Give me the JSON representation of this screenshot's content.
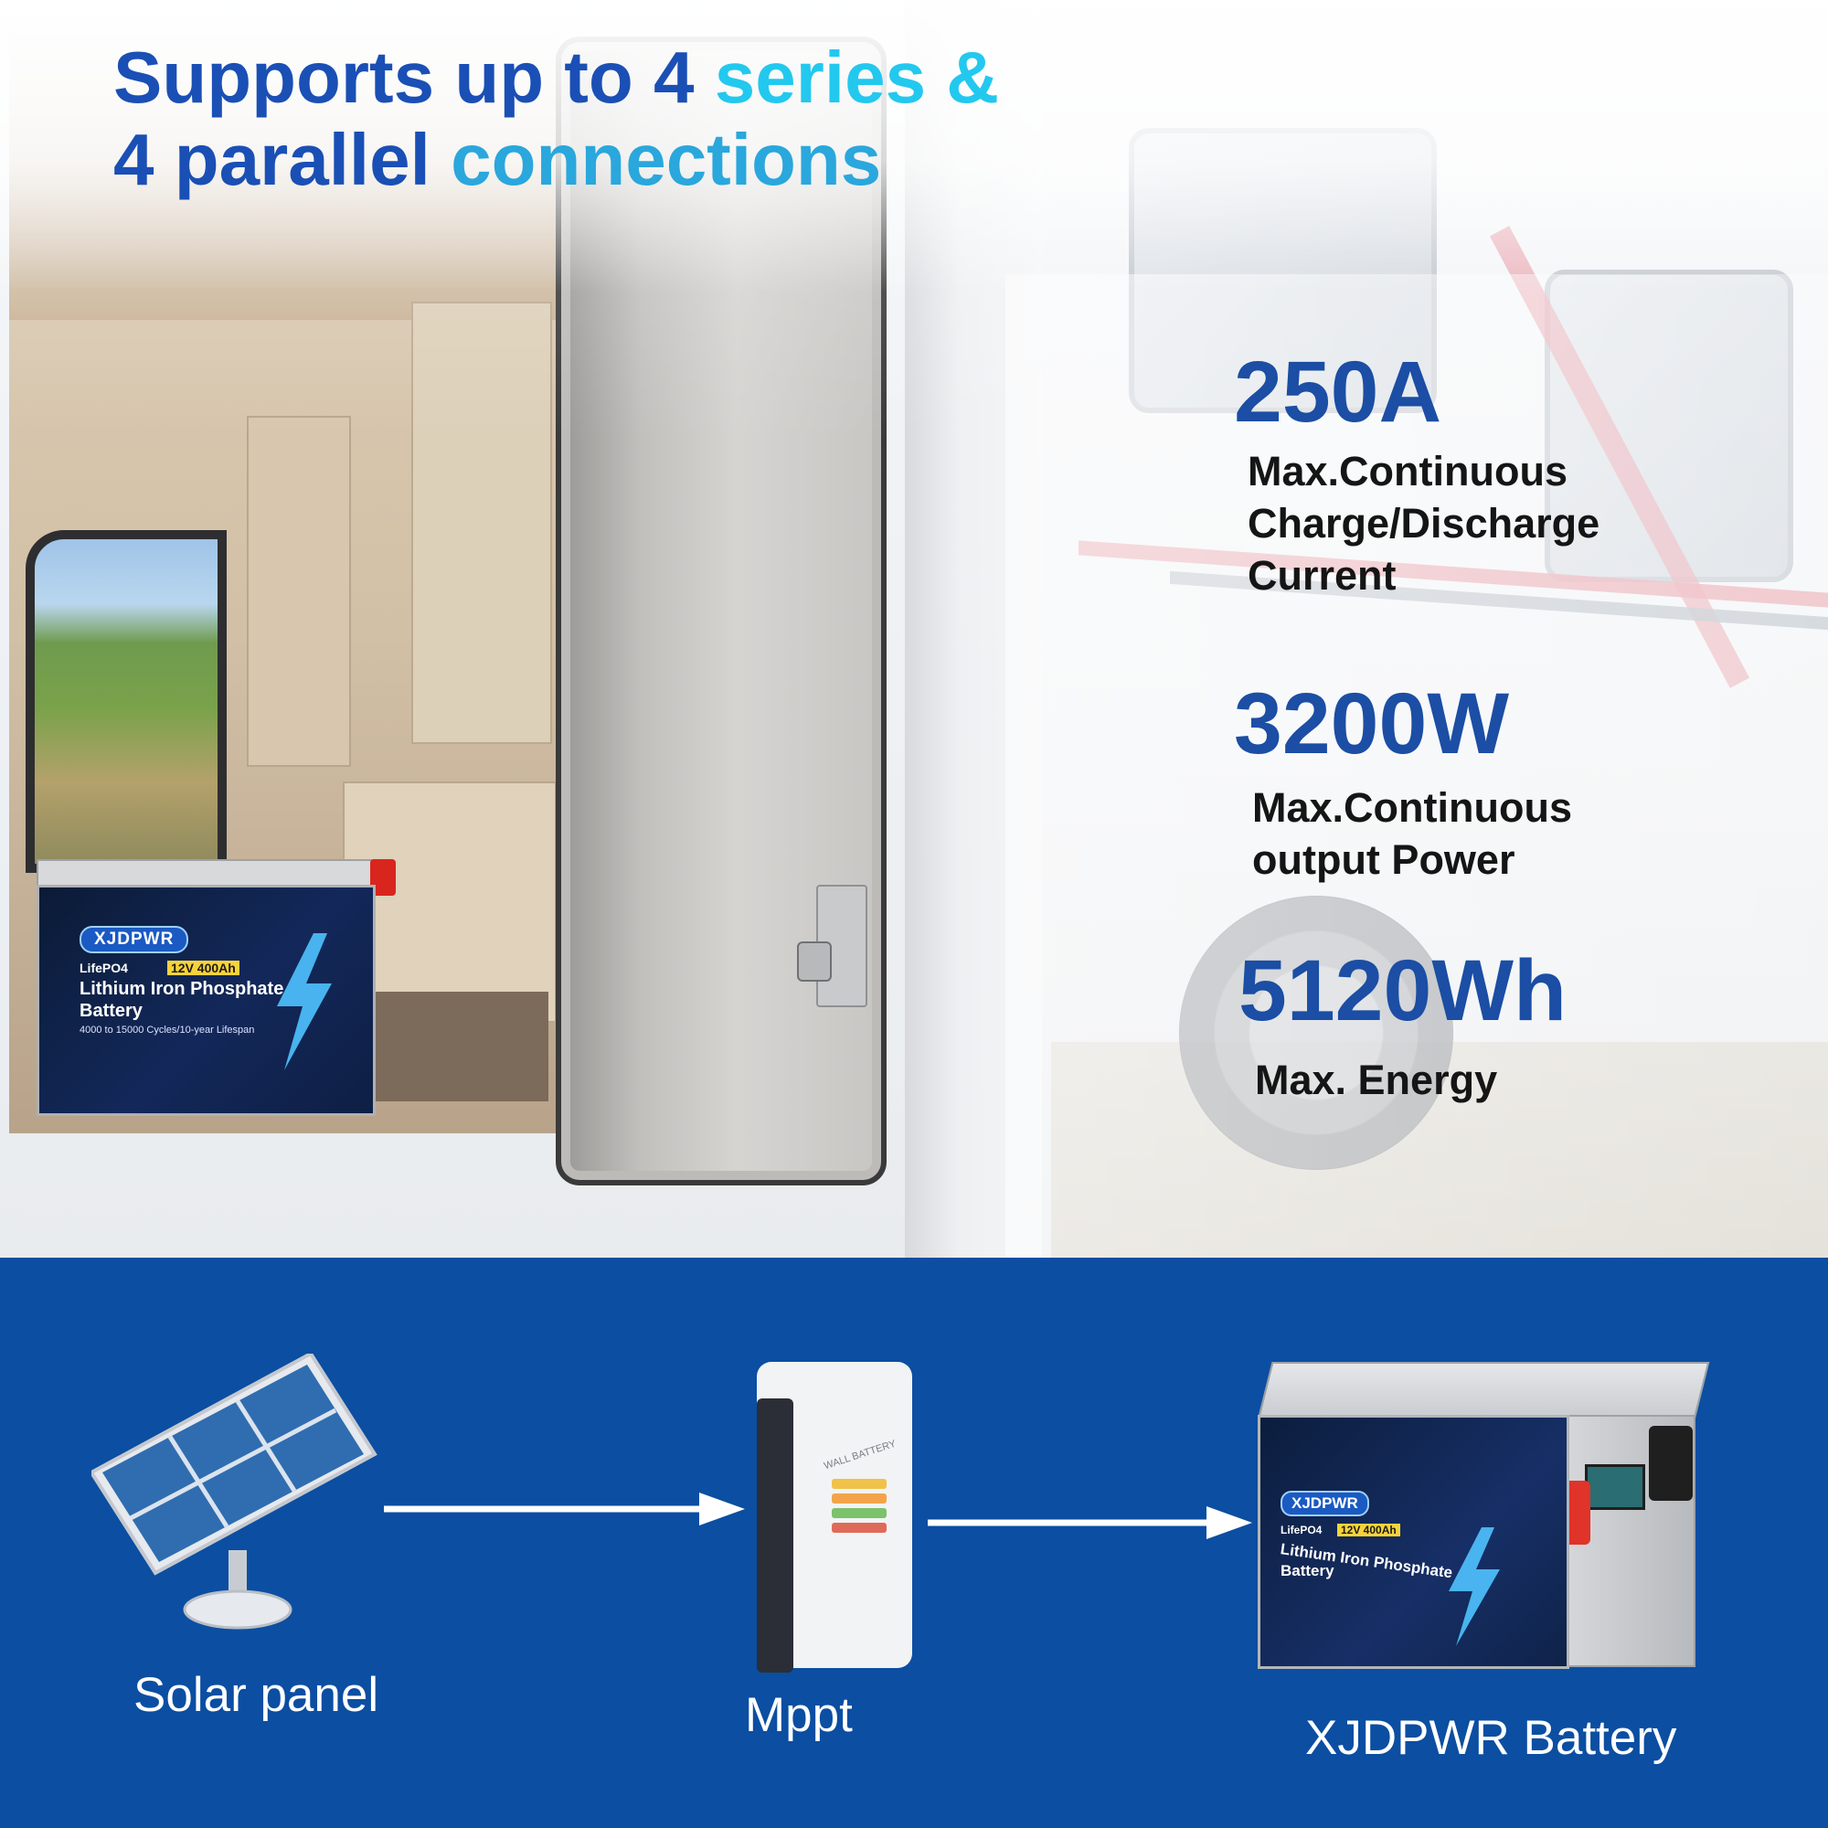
{
  "headline": {
    "line1_part1": "Supports up to 4",
    "line1_part2": " series &",
    "line2_part1": "4 parallel",
    "line2_part2": " connections"
  },
  "stats": [
    {
      "value": "250A",
      "label_lines": [
        "Max.Continuous",
        "Charge/Discharge",
        "Current"
      ]
    },
    {
      "value": "3200W",
      "label_lines": [
        "Max.Continuous",
        "output Power"
      ]
    },
    {
      "value": "5120Wh",
      "label_lines": [
        "Max. Energy"
      ]
    }
  ],
  "scene_battery": {
    "brand": "XJDPWR",
    "chemistry_short": "LifePO4",
    "spec": "12V 400Ah",
    "title_line1": "Lithium Iron Phosphate",
    "title_line2": "Battery",
    "cycle_life": "4000 to 15000 Cycles/10-year Lifespan"
  },
  "flow": {
    "steps": [
      {
        "label": "Solar panel",
        "icon": "solar-panel-icon"
      },
      {
        "label": "Mppt",
        "icon": "mppt-controller-icon",
        "device_text": "WALL BATTERY"
      },
      {
        "label": "XJDPWR Battery",
        "icon": "battery-icon"
      }
    ],
    "mppt_levels": [
      "#f0c24a",
      "#f3a44a",
      "#7bc26a",
      "#e06a5a"
    ]
  },
  "colors": {
    "headline_blue": "#1a4fb5",
    "headline_cyan": "#23c8ee",
    "stat_blue": "#1b4ea4",
    "flow_background": "#0b4ea2",
    "arrow_white": "#ffffff"
  }
}
